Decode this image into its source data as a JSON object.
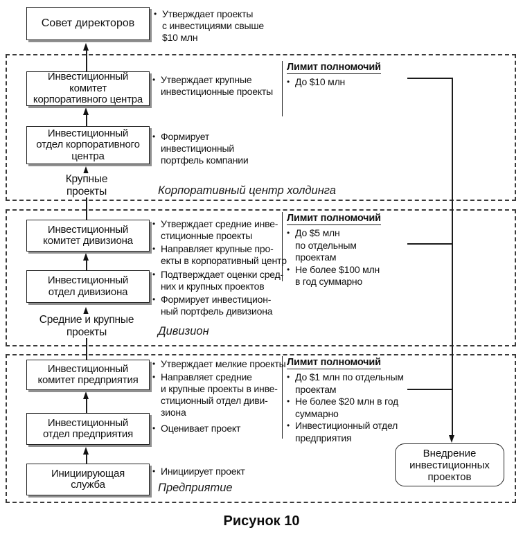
{
  "caption": "Рисунок 10",
  "board": {
    "label": "Совет директоров",
    "bullet": "Утверждает проекты\nс инвестициями свыше\n$10 млн"
  },
  "result": {
    "label": "Внедрение\nинвестиционных\nпроектов"
  },
  "sections": [
    {
      "label": "Корпоративный центр холдинга",
      "flow_label": "Крупные\nпроекты",
      "limit": {
        "title": "Лимит полномочий",
        "items": [
          "До $10 млн"
        ]
      },
      "boxes": [
        {
          "label": "Инвестиционный\nкомитет\nкорпоративного центра",
          "bullets": [
            "Утверждает крупные\nинвестиционные проекты"
          ]
        },
        {
          "label": "Инвестиционный\nотдел корпоративного\nцентра",
          "bullets": [
            "Формирует\nинвестиционный\nпортфель компании"
          ]
        }
      ]
    },
    {
      "label": "Дивизион",
      "flow_label": "Средние и крупные\nпроекты",
      "limit": {
        "title": "Лимит полномочий",
        "items": [
          "До $5 млн\nпо отдельным\nпроектам",
          "Не более $100 млн\nв год суммарно"
        ]
      },
      "boxes": [
        {
          "label": "Инвестиционный\nкомитет дивизиона",
          "bullets": [
            "Утверждает средние инве-\nстиционные проекты",
            "Направляет крупные про-\nекты в корпоративный центр"
          ]
        },
        {
          "label": "Инвестиционный\nотдел дивизиона",
          "bullets": [
            "Подтверждает оценки сред-\nних и крупных проектов",
            "Формирует инвестицион-\nный портфель дивизиона"
          ]
        }
      ]
    },
    {
      "label": "Предприятие",
      "limit": {
        "title": "Лимит полномочий",
        "items": [
          "До $1 млн по отдельным\nпроектам",
          "Не более $20 млн в год\nсуммарно",
          "Инвестиционный отдел\nпредприятия"
        ]
      },
      "boxes": [
        {
          "label": "Инвестиционный\nкомитет предприятия",
          "bullets": [
            "Утверждает мелкие проекты",
            "Направляет средние\nи крупные проекты в инве-\nстиционный отдел диви-\nзиона"
          ]
        },
        {
          "label": "Инвестиционный\nотдел предприятия",
          "bullets": [
            "Оценивает проект"
          ]
        },
        {
          "label": "Инициирующая\nслужба",
          "bullets": [
            "Инициирует проект"
          ]
        }
      ]
    }
  ]
}
